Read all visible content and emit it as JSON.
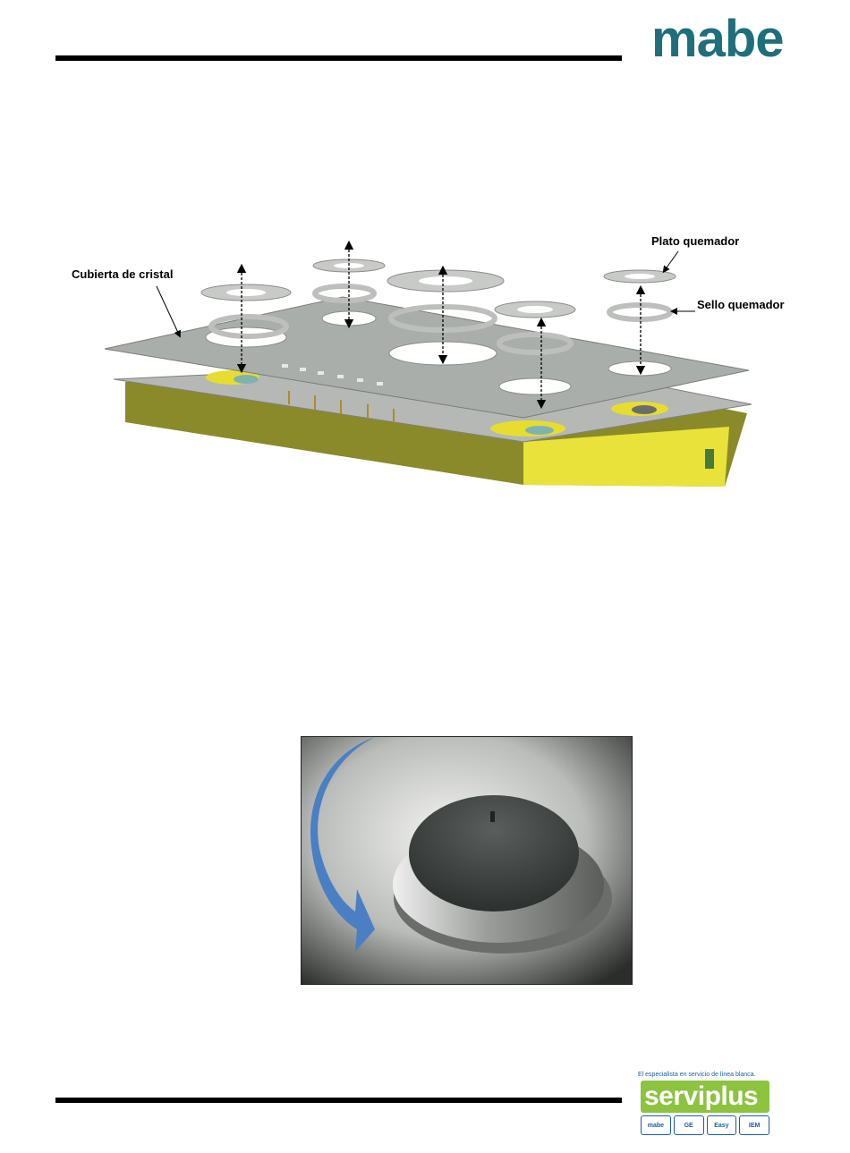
{
  "header": {
    "brand_logo": "mabe"
  },
  "figure1": {
    "labels": {
      "glass_cover": "Cubierta de cristal",
      "burner_plate": "Plato quemador",
      "burner_seal": "Sello quemador"
    }
  },
  "footer": {
    "tagline": "El especialista en servicio de línea blanca.",
    "logo_word": "serviplus",
    "brands": [
      "mabe",
      "GE",
      "Easy",
      "IEM"
    ]
  },
  "colors": {
    "mabe_teal": "#1f6f7a",
    "serviplus_green": "#8cc33f",
    "brand_blue": "#1a5fa6",
    "arrow_blue": "#4a7fc4",
    "base_yellow": "#e8e23a"
  }
}
